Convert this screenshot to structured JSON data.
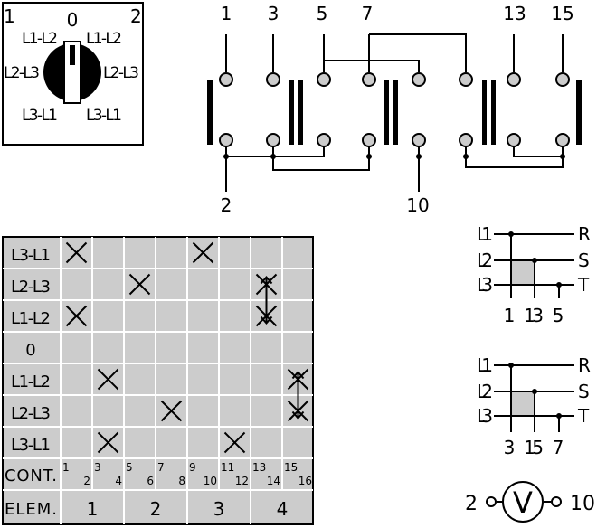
{
  "switch_panel": {
    "corner_left": "1",
    "corner_right": "2",
    "labels": {
      "zero": "0",
      "l1l2_left": "L1-L2",
      "l1l2_right": "L1-L2",
      "l2l3_left": "L2-L3",
      "l2l3_right": "L2-L3",
      "l3l1_left": "L3-L1",
      "l3l1_right": "L3-L1"
    }
  },
  "wiring": {
    "top_terminals": [
      "1",
      "3",
      "5",
      "7",
      "13",
      "15"
    ],
    "bottom_terminals": [
      "2",
      "10"
    ]
  },
  "switching_table": {
    "rows": [
      "L3-L1",
      "L2-L3",
      "L1-L2",
      "0",
      "L1-L2",
      "L2-L3",
      "L3-L1"
    ],
    "contacts_label": "CONT.",
    "elements_label": "ELEM.",
    "contacts": [
      [
        "1",
        "2"
      ],
      [
        "3",
        "4"
      ],
      [
        "5",
        "6"
      ],
      [
        "7",
        "8"
      ],
      [
        "9",
        "10"
      ],
      [
        "11",
        "12"
      ],
      [
        "13",
        "14"
      ],
      [
        "15",
        "16"
      ]
    ],
    "elements": [
      "1",
      "2",
      "3",
      "4"
    ],
    "marks": [
      [
        0,
        0
      ],
      [
        0,
        4
      ],
      [
        1,
        2
      ],
      [
        1,
        6
      ],
      [
        2,
        0
      ],
      [
        2,
        6
      ],
      [
        4,
        1
      ],
      [
        4,
        7
      ],
      [
        5,
        3
      ],
      [
        5,
        7
      ],
      [
        6,
        1
      ],
      [
        6,
        5
      ]
    ],
    "arrows": [
      {
        "column": 6,
        "from_row": 1,
        "to_row": 2
      },
      {
        "column": 7,
        "from_row": 4,
        "to_row": 5
      }
    ]
  },
  "phase_diagram_1": {
    "lines_left": [
      "L1",
      "L2",
      "L3"
    ],
    "lines_right": [
      "R",
      "S",
      "T"
    ],
    "terminals": [
      "1",
      "13",
      "5"
    ]
  },
  "phase_diagram_2": {
    "lines_left": [
      "L1",
      "L2",
      "L3"
    ],
    "lines_right": [
      "R",
      "S",
      "T"
    ],
    "terminals": [
      "3",
      "15",
      "7"
    ]
  },
  "voltmeter": {
    "left": "2",
    "symbol": "V",
    "right": "10"
  }
}
